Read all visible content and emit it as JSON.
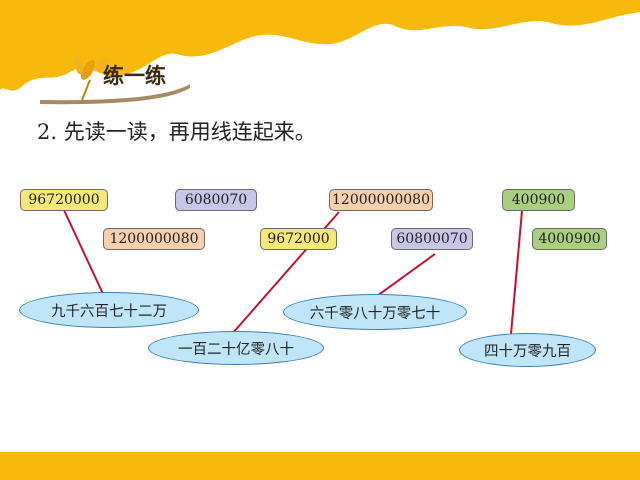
{
  "header": {
    "title": "练一练"
  },
  "instruction": "2. 先读一读，再用线连起来。",
  "numbers": [
    "96720000",
    "6080070",
    "12000000080",
    "400900",
    "1200000080",
    "9672000",
    "60800070",
    "4000900"
  ],
  "words": [
    "九千六百七十二万",
    "六千零八十万零七十",
    "一百二十亿零八十",
    "四十万零九百"
  ],
  "colors": {
    "yellow": "#f6e878",
    "purple": "#c8c6e8",
    "peach": "#f7cfac",
    "green": "#a9cf80",
    "oval": "#bfe6f8",
    "line": "#c8102e",
    "banner": "#f7b90c"
  }
}
